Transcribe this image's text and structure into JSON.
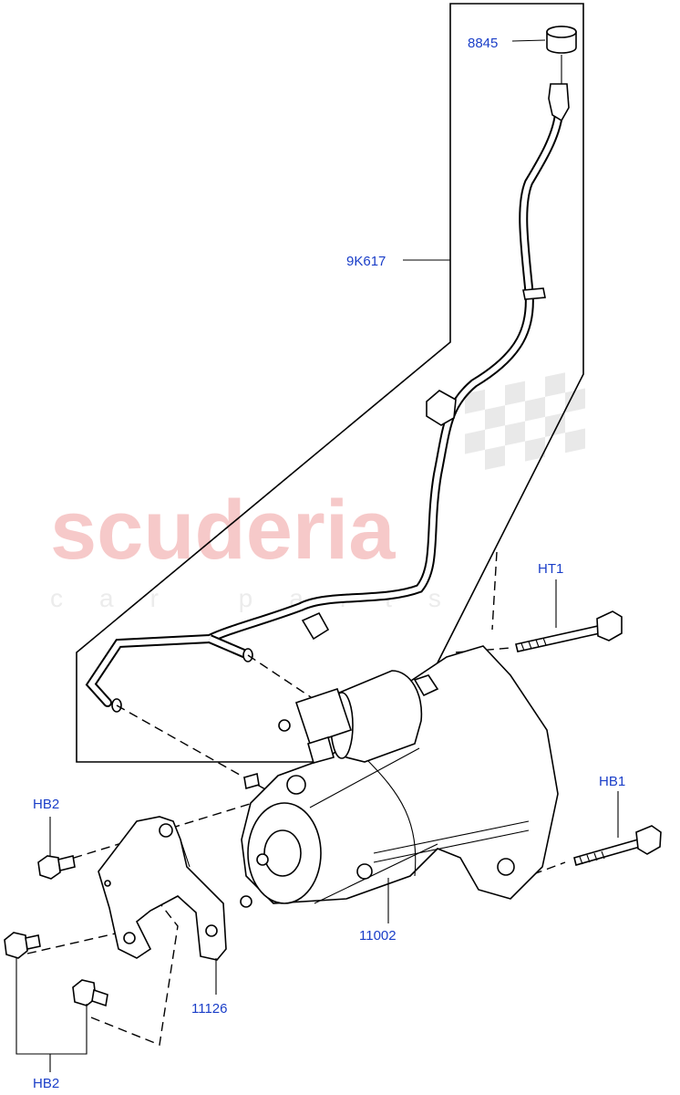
{
  "watermark": {
    "brand": "scuderia",
    "tagline": "car parts"
  },
  "callouts": [
    {
      "id": "8845",
      "label": "8845"
    },
    {
      "id": "9K617",
      "label": "9K617"
    },
    {
      "id": "HT1",
      "label": "HT1"
    },
    {
      "id": "HB1",
      "label": "HB1"
    },
    {
      "id": "HB2-upper",
      "label": "HB2"
    },
    {
      "id": "11002",
      "label": "11002"
    },
    {
      "id": "11126",
      "label": "11126"
    },
    {
      "id": "HB2-lower",
      "label": "HB2"
    }
  ]
}
